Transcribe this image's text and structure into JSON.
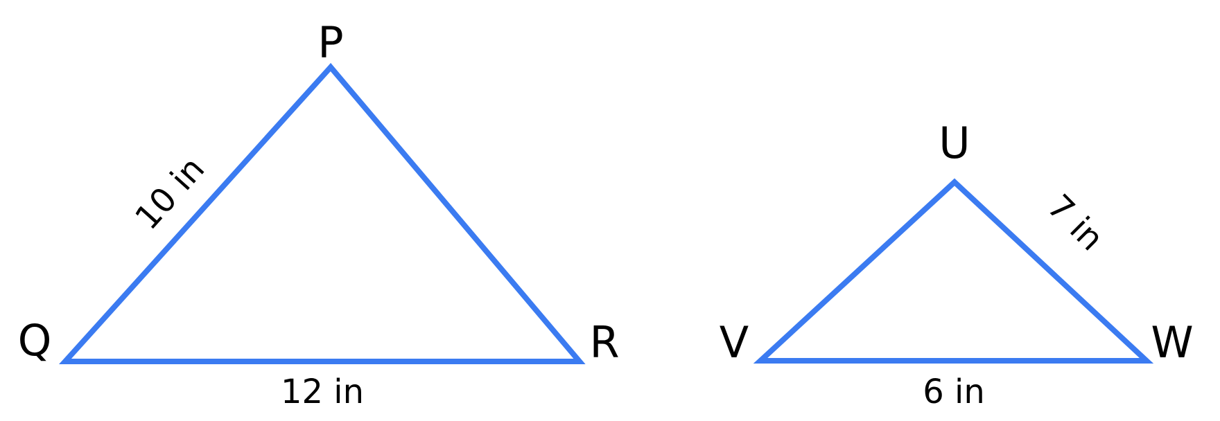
{
  "colors": {
    "edge": "#3b7bf1",
    "text": "#000000"
  },
  "triangle_pqr": {
    "vertices": {
      "top": "P",
      "left": "Q",
      "right": "R"
    },
    "sides": {
      "pq": "10 in",
      "qr": "12 in"
    }
  },
  "triangle_uvw": {
    "vertices": {
      "top": "U",
      "left": "V",
      "right": "W"
    },
    "sides": {
      "uw": "7 in",
      "vw": "6 in"
    }
  }
}
